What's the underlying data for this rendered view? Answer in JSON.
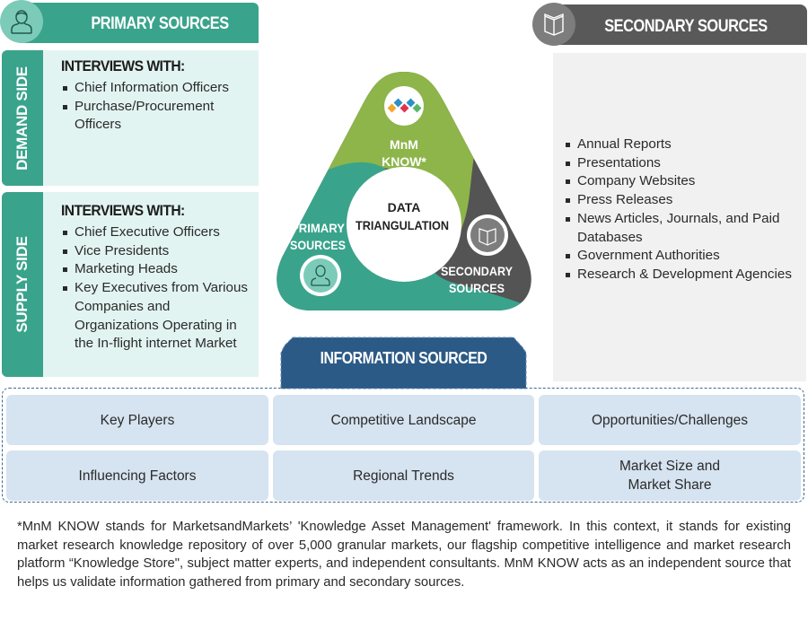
{
  "primary": {
    "title": "PRIMARY SOURCES",
    "icon": "person-icon",
    "demand": {
      "side_label": "DEMAND SIDE",
      "heading": "INTERVIEWS WITH:",
      "items": [
        "Chief Information Officers",
        "Purchase/Procurement Officers"
      ]
    },
    "supply": {
      "side_label": "SUPPLY SIDE",
      "heading": "INTERVIEWS WITH:",
      "items": [
        "Chief Executive Officers",
        "Vice Presidents",
        "Marketing Heads",
        "Key Executives from Various Companies and Organizations Operating in the In-flight internet Market"
      ]
    }
  },
  "secondary": {
    "title": "SECONDARY SOURCES",
    "icon": "book-icon",
    "items": [
      "Annual Reports",
      "Presentations",
      "Company Websites",
      "Press Releases",
      "News Articles, Journals, and Paid Databases",
      "Government Authorities",
      "Research & Development Agencies"
    ]
  },
  "triangulation": {
    "center_line1": "DATA",
    "center_line2": "TRIANGULATION",
    "mnm_line1": "MnM",
    "mnm_line2": "KNOW*",
    "primary_line1": "PRIMARY",
    "primary_line2": "SOURCES",
    "secondary_line1": "SECONDARY",
    "secondary_line2": "SOURCES",
    "colors": {
      "mnm": "#8db54a",
      "primary": "#3aa38c",
      "secondary": "#545454"
    }
  },
  "information_sourced": {
    "title": "INFORMATION SOURCED",
    "cells": [
      [
        "Key Players",
        "Competitive Landscape",
        "Opportunities/Challenges"
      ],
      [
        "Influencing Factors",
        "Regional Trends",
        "Market Size and\nMarket Share"
      ]
    ]
  },
  "footnote": "*MnM KNOW stands for MarketsandMarkets’ 'Knowledge Asset Management' framework. In this context, it stands for existing market research knowledge repository of over 5,000 granular markets, our flagship competitive intelligence and market research platform “Knowledge Store\", subject matter experts, and independent consultants. MnM KNOW acts as an independent source that helps us validate information gathered from primary and secondary sources."
}
